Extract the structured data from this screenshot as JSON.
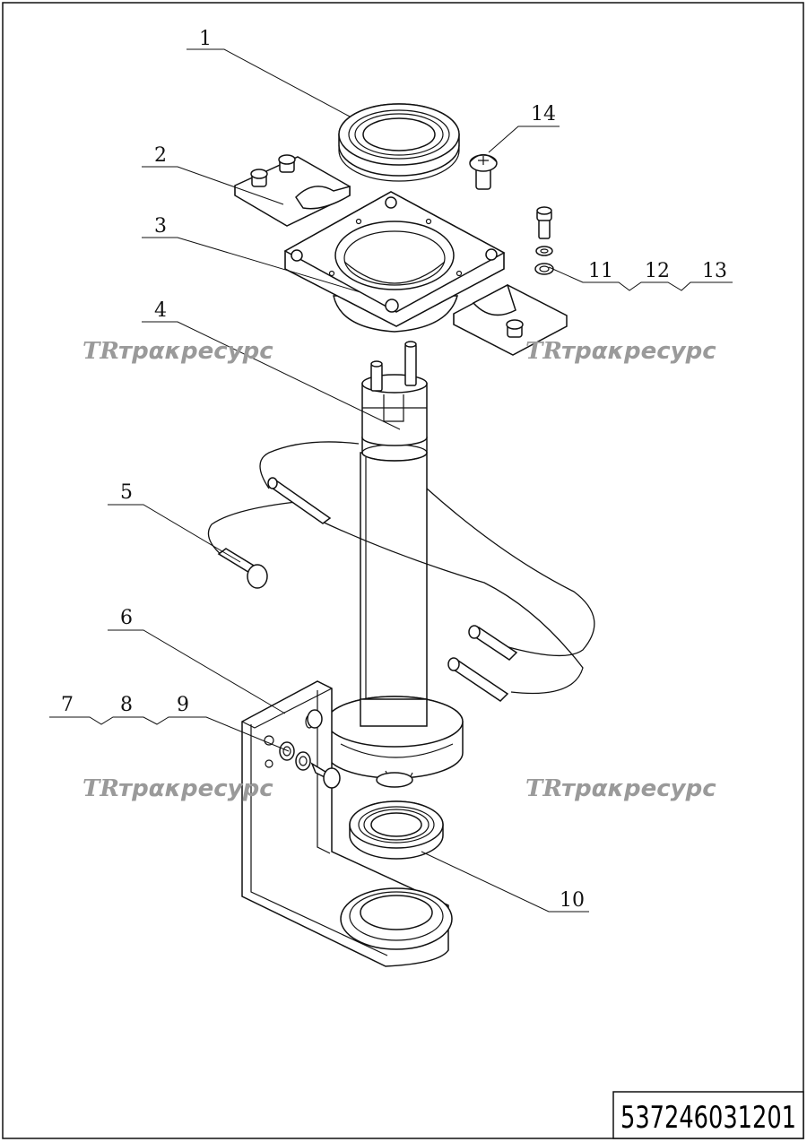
{
  "document": {
    "part_code": "537246031201",
    "watermark_text": "трακресурс",
    "watermark_logo": "TR"
  },
  "callouts": [
    {
      "id": "1",
      "label": "1"
    },
    {
      "id": "2",
      "label": "2"
    },
    {
      "id": "3",
      "label": "3"
    },
    {
      "id": "4",
      "label": "4"
    },
    {
      "id": "5",
      "label": "5"
    },
    {
      "id": "6",
      "label": "6"
    },
    {
      "id": "7",
      "label": "7"
    },
    {
      "id": "8",
      "label": "8"
    },
    {
      "id": "9",
      "label": "9"
    },
    {
      "id": "10",
      "label": "10"
    },
    {
      "id": "11",
      "label": "11"
    },
    {
      "id": "12",
      "label": "12"
    },
    {
      "id": "13",
      "label": "13"
    },
    {
      "id": "14",
      "label": "14"
    }
  ],
  "colors": {
    "line": "#111111",
    "watermark": "#9a9a9a",
    "background": "#ffffff"
  }
}
